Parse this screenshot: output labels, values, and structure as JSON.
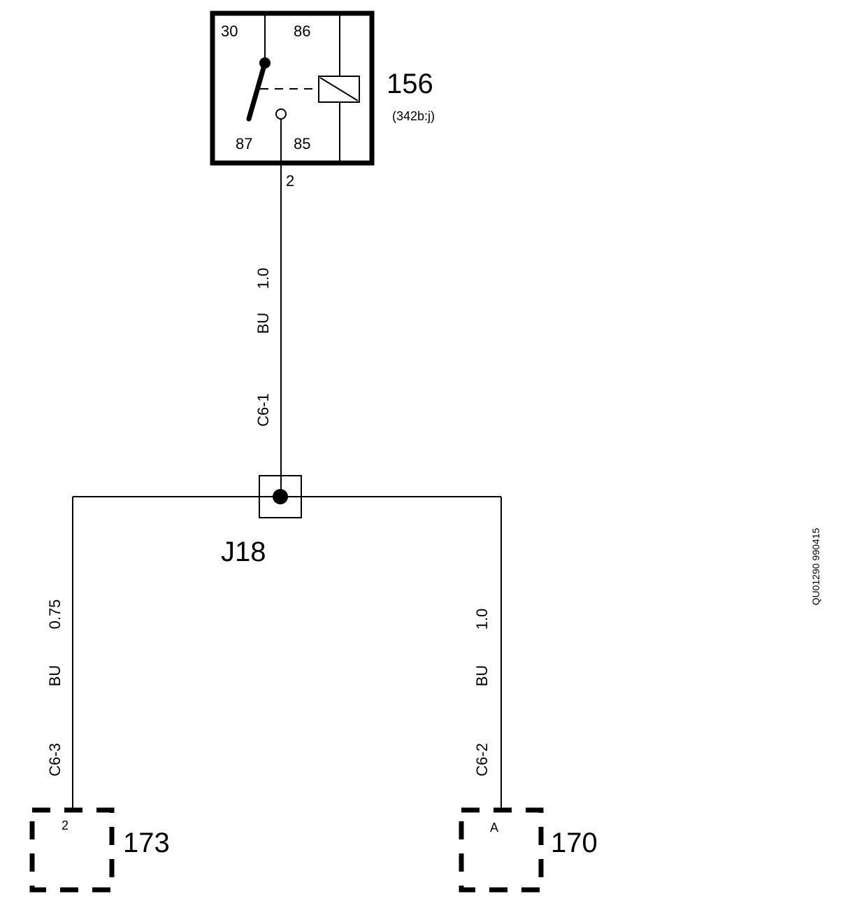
{
  "relay": {
    "id": "156",
    "note": "(342b:j)",
    "pins": {
      "p30": "30",
      "p86": "86",
      "p87": "87",
      "p85": "85"
    },
    "out_pin": "2"
  },
  "wire_main": {
    "size": "1.0",
    "color": "BU",
    "connector": "C6-1"
  },
  "junction": {
    "id": "J18"
  },
  "wire_left": {
    "size": "0.75",
    "color": "BU",
    "connector": "C6-3"
  },
  "wire_right": {
    "size": "1.0",
    "color": "BU",
    "connector": "C6-2"
  },
  "component_left": {
    "id": "173",
    "pin": "2"
  },
  "component_right": {
    "id": "170",
    "pin": "A"
  },
  "figure_code": "QU01290 990415"
}
